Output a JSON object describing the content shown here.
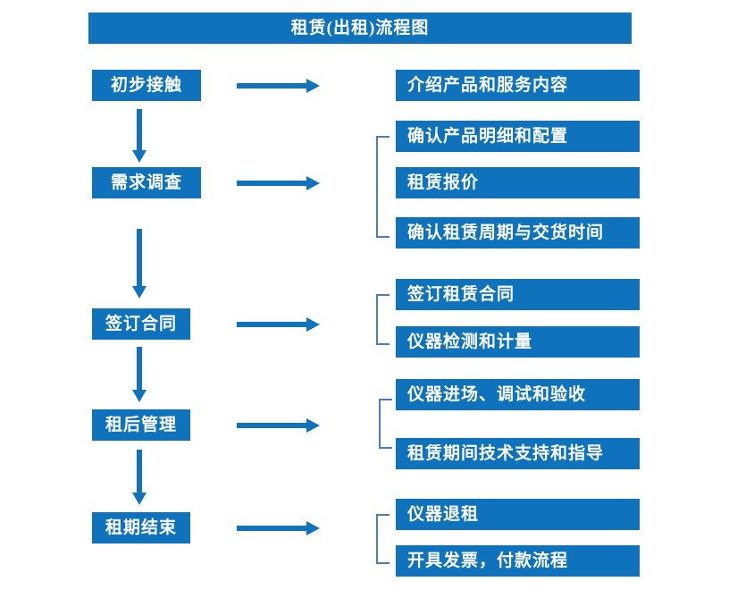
{
  "title": "租赁(出租)流程图",
  "colors": {
    "box_blue": "#0E72BC",
    "arrow_blue": "#1173BE",
    "bracket_blue": "#4A7EBB",
    "text_white": "#FFFFFF"
  },
  "steps": [
    {
      "label": "初步接触",
      "outputs": [
        "介绍产品和服务内容"
      ]
    },
    {
      "label": "需求调查",
      "outputs": [
        "确认产品明细和配置",
        "租赁报价",
        "确认租赁周期与交货时间"
      ]
    },
    {
      "label": "签订合同",
      "outputs": [
        "签订租赁合同",
        "仪器检测和计量"
      ]
    },
    {
      "label": "租后管理",
      "outputs": [
        "仪器进场、调试和验收",
        "租赁期间技术支持和指导"
      ]
    },
    {
      "label": "租期结束",
      "outputs": [
        "仪器退租",
        "开具发票，付款流程"
      ]
    }
  ]
}
